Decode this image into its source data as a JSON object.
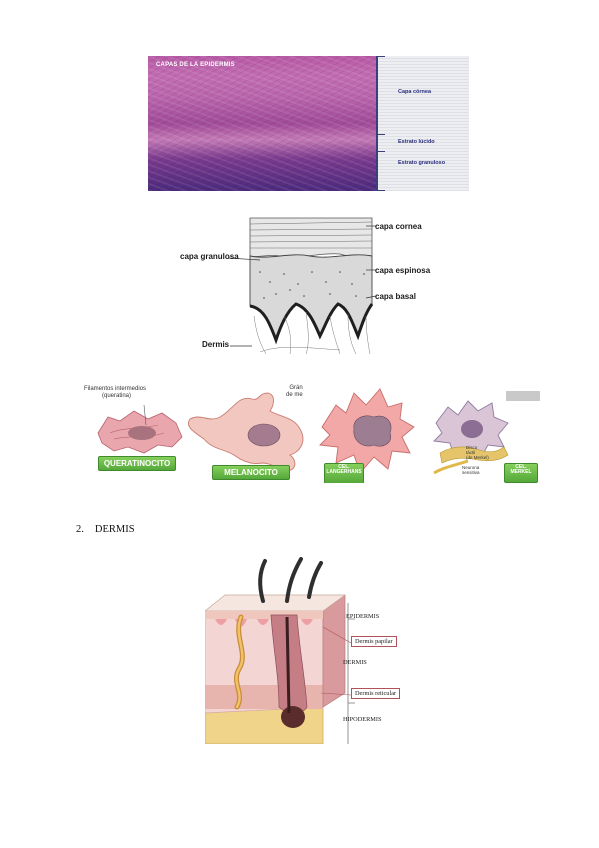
{
  "fig_epidermis_micrograph": {
    "title": "CAPAS DE LA EPIDERMIS",
    "labels": [
      "Capa córnea",
      "Estrato lúcido",
      "Estrato granuloso"
    ]
  },
  "fig_epidermis_drawing": {
    "labels": {
      "capa_cornea": "capa cornea",
      "capa_granulosa": "capa granulosa",
      "capa_espinosa": "capa espinosa",
      "capa_basal": "capa basal",
      "dermis": "Dermis"
    }
  },
  "fig_cells": {
    "filamentos": [
      "Filamentos intermedios",
      "(queratina)"
    ],
    "granulos": [
      "Grán",
      "de me"
    ],
    "disco": [
      "Disco",
      "táctil",
      "(de Merkel)"
    ],
    "neurona": [
      "Neurona",
      "sensitiva"
    ],
    "tags": {
      "queratinocito": "QUERATINOCITO",
      "melanocito": "MELANOCITO",
      "langerhans": [
        "CEL.",
        "LANGERHANS"
      ],
      "merkel": [
        "CEL.",
        "MERKEL"
      ]
    }
  },
  "section": {
    "number": "2.",
    "title": "DERMIS"
  },
  "fig_dermis": {
    "labels": {
      "epidermis": "EPIDERMIS",
      "dermis_papilar": "Dermis papilar",
      "dermis": "DERMIS",
      "dermis_reticular": "Dermis reticular",
      "hipodermis": "HIPODERMIS"
    }
  }
}
